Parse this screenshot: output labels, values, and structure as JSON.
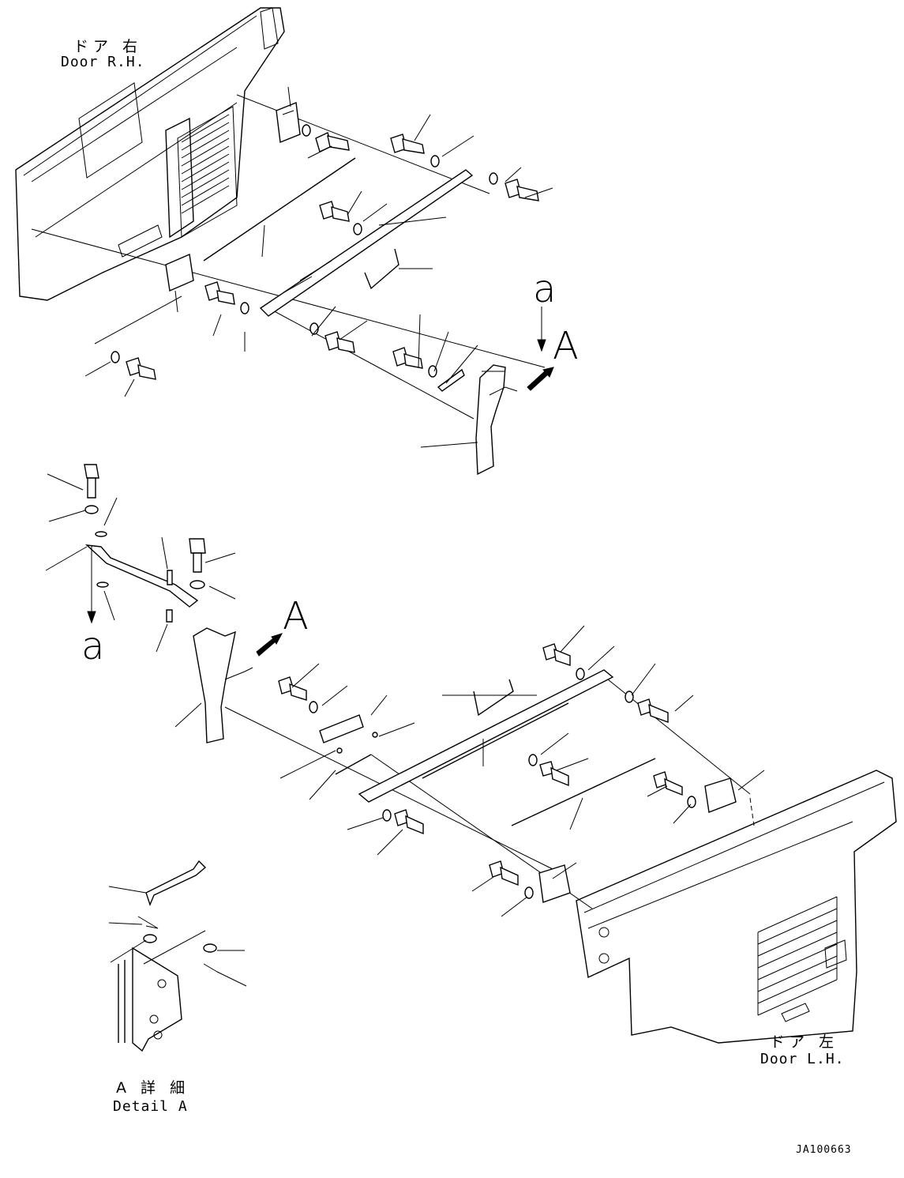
{
  "labels": {
    "door_rh_jp": "ドア 右",
    "door_rh_en": "Door R.H.",
    "door_lh_jp": "ドア 左",
    "door_lh_en": "Door L.H.",
    "detail_jp": "A 詳 細",
    "detail_en": "Detail A",
    "ref_a_upper": "a",
    "ref_a_lower": "a",
    "view_A_upper": "A",
    "view_A_lower": "A",
    "drawing_code": "JA100663"
  }
}
